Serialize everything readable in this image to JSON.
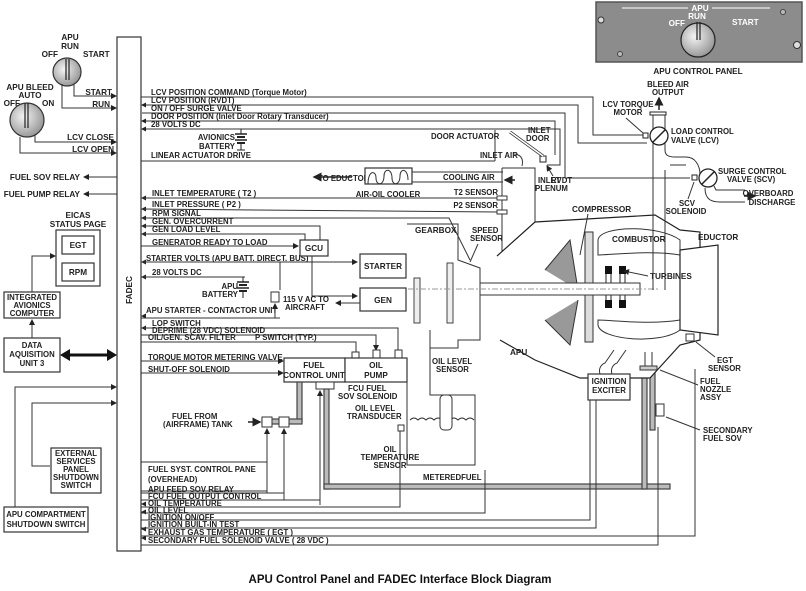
{
  "title": "APU Control Panel and FADEC Interface Block Diagram",
  "fadec_label": "FADEC",
  "control_panel": {
    "caption": "APU CONTROL PANEL",
    "knob_title": "APU",
    "positions": [
      "OFF",
      "RUN",
      "START"
    ]
  },
  "apu_knob": {
    "title_line1": "APU",
    "title_line2": "RUN",
    "off": "OFF",
    "start": "START",
    "outputs": [
      "START",
      "RUN"
    ]
  },
  "bleed_knob": {
    "title_line1": "APU BLEED",
    "title_line2": "AUTO",
    "off": "OFF",
    "on": "ON",
    "outputs": [
      "LCV CLOSE",
      "LCV OPEN"
    ]
  },
  "left_outputs": [
    "FUEL SOV RELAY",
    "FUEL PUMP RELAY"
  ],
  "eicas": {
    "title_line1": "EICAS",
    "title_line2": "STATUS PAGE",
    "items": [
      "EGT",
      "RPM"
    ]
  },
  "iac": [
    "INTEGRATED",
    "AVIONICS",
    "COMPUTER"
  ],
  "dau": [
    "DATA",
    "AQUISITION",
    "UNIT 3"
  ],
  "esp_switch": [
    "EXTERNAL",
    "SERVICES",
    "PANEL",
    "SHUTDOWN",
    "SWITCH"
  ],
  "compartment_switch": [
    "APU COMPARTMENT",
    "SHUTDOWN SWITCH"
  ],
  "signals_top": [
    "LCV POSITION COMMAND (Torque Motor)",
    "LCV POSITION (RVDT)",
    "ON / OFF SURGE VALVE",
    "DOOR POSITION (Inlet Door Rotary Transducer)",
    "28 VOLTS DC"
  ],
  "avionics_battery": [
    "AVIONICS",
    "BATTERY"
  ],
  "linear_actuator": "LINEAR ACTUATOR DRIVE",
  "signals_mid": [
    "INLET TEMPERATURE ( T2 )",
    "INLET PRESSURE ( P2 )",
    "RPM SIGNAL",
    "GEN. OVERCURRENT",
    "GEN LOAD LEVEL",
    "GENERATOR READY TO LOAD",
    "STARTER VOLTS (APU BATT. DIRECT. BUS)",
    "28 VOLTS DC"
  ],
  "apu_battery": [
    "APU",
    "BATTERY"
  ],
  "signals_low": [
    "APU STARTER - CONTACTOR UNIT",
    "LOP SWITCH",
    "DEPRIME (28 VDC) SOLENOID",
    "OIL/GEN. SCAV. FILTER",
    "P SWITCH (TYP.)",
    "TORQUE MOTOR METERING VALVE",
    "SHUT-OFF SOLENOID"
  ],
  "fuel_from": [
    "FUEL FROM",
    "(AIRFRAME) TANK"
  ],
  "fuel_panel": [
    "FUEL SYST. CONTROL PANE",
    "(OVERHEAD)"
  ],
  "signals_bottom": [
    "APU FEED SOV RELAY",
    "FCU FUEL OUTPUT CONTROL",
    "OIL TEMPERATURE",
    "OIL LEVEL",
    "IGNITION ON/OFF",
    "IGNITION BUILT-IN TEST",
    "EXHAUST GAS TEMPERATURE ( EGT )",
    "SECONDARY FUEL SOLENOID VALVE ( 28 VDC )"
  ],
  "components": {
    "gcu": "GCU",
    "starter": "STARTER",
    "gen": "GEN",
    "ac_out": [
      "115 V AC TO",
      "AIRCRAFT"
    ],
    "fcu": [
      "FUEL",
      "CONTROL UNIT"
    ],
    "oil_pump": [
      "OIL",
      "PUMP"
    ],
    "fcu_sov": [
      "FCU FUEL",
      "SOV SOLENOID"
    ],
    "oil_level_transducer": [
      "OIL LEVEL",
      "TRANSDUCER"
    ],
    "oil_temp_sensor": [
      "OIL",
      "TEMPERATURE",
      "SENSOR"
    ],
    "oil_level_sensor": [
      "OIL LEVEL",
      "SENSOR"
    ],
    "metered_fuel": "METEREDFUEL",
    "gearbox": "GEARBOX",
    "speed_sensor": [
      "SPEED",
      "SENSOR"
    ],
    "apu": "APU",
    "compressor": "COMPRESSOR",
    "combustor": "COMBUSTOR",
    "turbines": "TURBINES",
    "eductor": "EDUCTOR",
    "egt_sensor": [
      "EGT",
      "SENSOR"
    ],
    "fuel_nozzle": [
      "FUEL",
      "NOZZLE",
      "ASSY"
    ],
    "secondary_sov": [
      "SECONDARY",
      "FUEL SOV"
    ],
    "ignition_exciter": [
      "IGNITION",
      "EXCITER"
    ],
    "air_oil_cooler": "AIR-OIL COOLER",
    "to_eductor": "TO EDUCTOR",
    "cooling_air": "COOLING AIR",
    "t2_sensor": "T2 SENSOR",
    "p2_sensor": "P2 SENSOR",
    "inlet_plenum": [
      "INLET",
      "PLENUM"
    ],
    "inlet_air": "INLET AIR",
    "door_actuator": "DOOR ACTUATOR",
    "inlet_door": [
      "INLET",
      "DOOR"
    ],
    "rvdt": "RVDT",
    "bleed_output": [
      "BLEED AIR",
      "OUTPUT"
    ],
    "lcv_torque_motor": [
      "LCV TORQUE",
      "MOTOR"
    ],
    "lcv": [
      "LOAD CONTROL",
      "VALVE (LCV)"
    ],
    "scv": [
      "SURGE CONTROL",
      "VALVE (SCV)"
    ],
    "scv_solenoid": [
      "SCV",
      "SOLENOID"
    ],
    "overboard": [
      "OVERBOARD",
      "DISCHARGE"
    ]
  }
}
